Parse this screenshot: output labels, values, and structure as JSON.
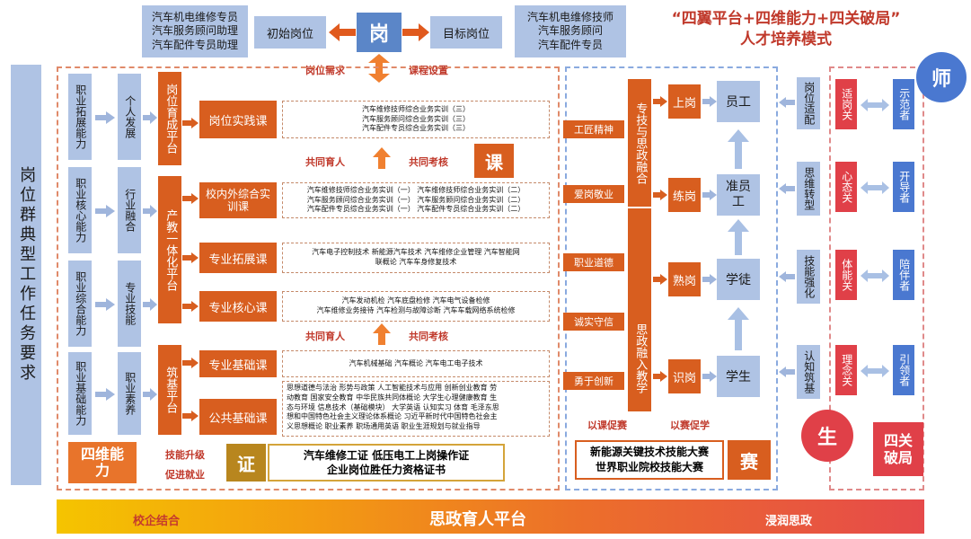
{
  "top": {
    "left_box_lines": [
      "汽车机电维修专员",
      "汽车服务顾问助理",
      "汽车配件专员助理"
    ],
    "initial_post": "初始岗位",
    "center_char": "岗",
    "target_post": "目标岗位",
    "right_box_lines": [
      "汽车机电维修技师",
      "汽车服务顾问",
      "汽车配件专员"
    ],
    "need_label": "岗位需求",
    "course_setting_label": "课程设置",
    "title_line1": "“四翼平台+四维能力+四关破局”",
    "title_line2": "人才培养模式"
  },
  "left_title": "岗位群典型工作任务要求",
  "abilities": [
    "职业拓展能力",
    "职业核心能力",
    "职业综合能力",
    "职业基础能力"
  ],
  "developments": [
    "个人发展",
    "行业融合",
    "专业技能",
    "职业素养"
  ],
  "platforms": [
    "岗位育成平台",
    "产教一体化平台",
    "筑基平台"
  ],
  "courses": [
    {
      "name": "岗位实践课",
      "lines": [
        "汽车维修技师综合业务实训（三）",
        "汽车服务顾问综合业务实训（三）",
        "汽车配件专员综合业务实训（三）"
      ]
    },
    {
      "name": "校内外综合实训课",
      "lines": [
        "汽车维修技师综合业务实训（一） 汽车维修技师综合业务实训（二）",
        "汽车服务顾问综合业务实训（一） 汽车服务顾问综合业务实训（二）",
        "汽车配件专员综合业务实训（一） 汽车配件专员综合业务实训（二）"
      ]
    },
    {
      "name": "专业拓展课",
      "lines": [
        "汽车电子控制技术 新能源汽车技术 汽车维修企业管理 汽车智能网",
        "联概论 汽车车身修复技术"
      ]
    },
    {
      "name": "专业核心课",
      "lines": [
        "汽车发动机检 汽车底盘检修 汽车电气设备检修",
        "汽车维修业务接待 汽车检测与故障诊断 汽车车载网络系统检修"
      ]
    },
    {
      "name": "专业基础课",
      "lines": [
        "汽车机械基础 汽车概论 汽车电工电子技术"
      ]
    },
    {
      "name": "公共基础课",
      "lines": [
        "思想道德与法治 形势与政策 人工智能技术与应用 创新创业教育 劳",
        "动教育 国家安全教育 中华民族共同体概论 大学生心理健康教育 生",
        "态与环境 信息技术（基础模块） 大学英语 认知实习 体育 毛泽东思",
        "想和中国特色社会主义理论体系概论 习近平新时代中国特色社会主",
        "义思想概论 职业素养 职场通用英语 职业生涯规划与就业指导"
      ]
    }
  ],
  "co_edu_1": "共同育人",
  "co_assess_1": "共同考核",
  "co_edu_2": "共同育人",
  "co_assess_2": "共同考核",
  "course_char": "课",
  "four_dim": "四维能力",
  "skill_up": "技能升级",
  "promote_job": "促进就业",
  "cert_char": "证",
  "cert_lines": [
    "汽车维修工证 低压电工上岗操作证",
    "企业岗位胜任力资格证书"
  ],
  "spirits": [
    "工匠精神",
    "爱岗敬业",
    "职业道德",
    "诚实守信",
    "勇于创新"
  ],
  "ideology_top": "专技与思政融合",
  "ideology_bottom": "思政融入教学",
  "stages": [
    "上岗",
    "练岗",
    "熟岗",
    "识岗"
  ],
  "roles": [
    "员工",
    "准员工",
    "学徒",
    "学生"
  ],
  "course_promote": "以课促赛",
  "contest_promote": "以赛促学",
  "contest_lines": [
    "新能源关键技术技能大赛",
    "世界职业院校技能大赛"
  ],
  "contest_char": "赛",
  "mid_cols": [
    "岗位适配",
    "思维转型",
    "技能强化",
    "认知筑基"
  ],
  "gates": [
    "适岗关",
    "心态关",
    "体能关",
    "理念关"
  ],
  "teacher_roles": [
    "示范者",
    "开导者",
    "陪伴者",
    "引领者"
  ],
  "teacher_char": "师",
  "student_char": "生",
  "four_gates": "四关破局",
  "bottom": {
    "left": "校企结合",
    "center": "思政育人平台",
    "right": "浸润思政"
  }
}
